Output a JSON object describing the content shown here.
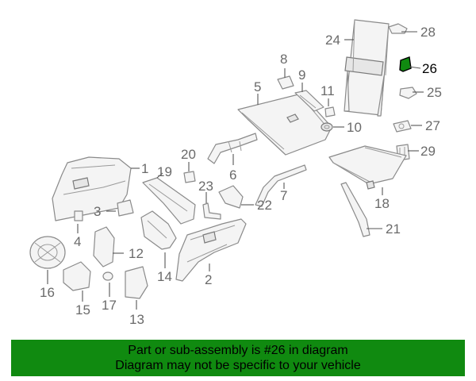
{
  "callouts": [
    "1",
    "2",
    "3",
    "4",
    "5",
    "6",
    "7",
    "8",
    "9",
    "10",
    "11",
    "12",
    "13",
    "14",
    "15",
    "16",
    "17",
    "18",
    "19",
    "20",
    "21",
    "22",
    "23",
    "24",
    "25",
    "26",
    "27",
    "28",
    "29"
  ],
  "highlighted_callout": "26",
  "highlight_color": "#108a10",
  "banner": {
    "line1": "Part or sub-assembly is #26 in diagram",
    "line2": "Diagram may not be specific to your vehicle"
  }
}
